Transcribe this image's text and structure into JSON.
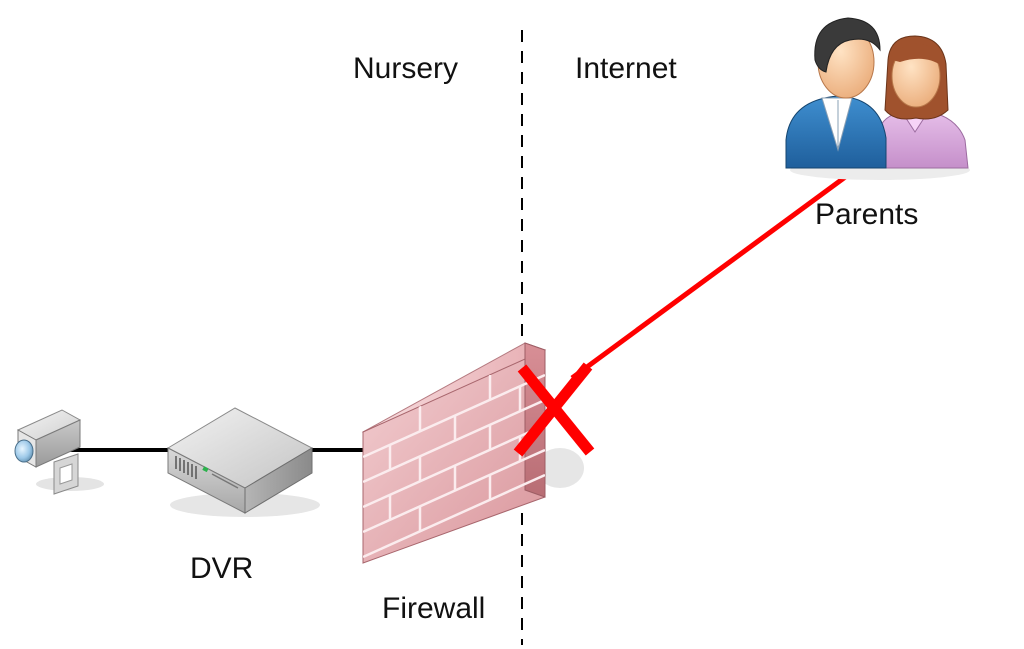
{
  "zones": {
    "left_label": "Nursery",
    "right_label": "Internet"
  },
  "nodes": {
    "camera": {
      "icon": "security-camera-icon"
    },
    "dvr": {
      "label": "DVR",
      "icon": "dvr-box-icon"
    },
    "firewall": {
      "label": "Firewall",
      "icon": "brick-firewall-icon"
    },
    "parents": {
      "label": "Parents",
      "icon": "parents-people-icon"
    }
  },
  "connections": [
    {
      "from": "camera",
      "to": "dvr",
      "color": "#000000",
      "blocked": false
    },
    {
      "from": "dvr",
      "to": "firewall",
      "color": "#000000",
      "blocked": false
    },
    {
      "from": "parents",
      "to": "firewall",
      "color": "#ff0000",
      "blocked": true
    }
  ],
  "colors": {
    "blocked": "#ff0000",
    "wired": "#000000",
    "firewall_brick": "#e8b4b8",
    "divider": "#000000"
  }
}
